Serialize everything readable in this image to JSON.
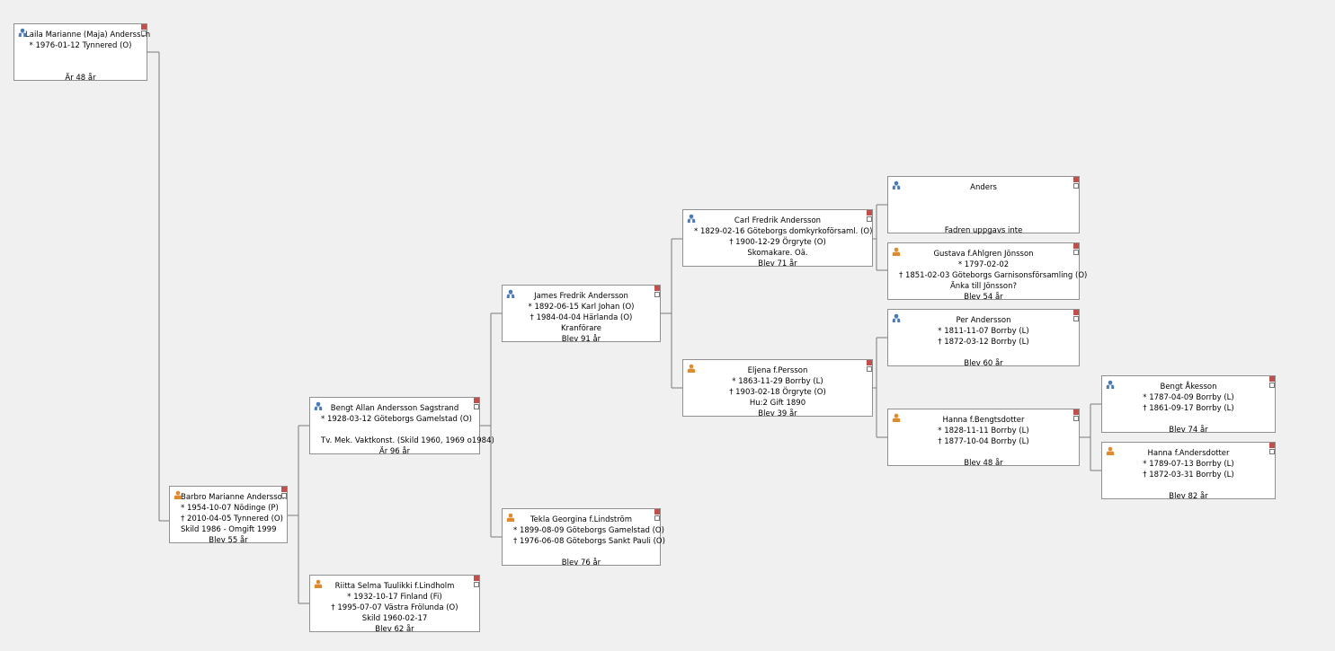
{
  "persons": {
    "laila": {
      "gender": "male",
      "lines": [
        "Laila Marianne (Maja) Andersson",
        "* 1976-01-12 Tynnered (O)"
      ],
      "age": "Är 48 år"
    },
    "barbro": {
      "gender": "female",
      "lines": [
        "Barbro Marianne Andersson",
        "* 1954-10-07 Nödinge (P)",
        "† 2010-04-05 Tynnered (O)",
        "Skild 1986 - Omgift 1999",
        "Blev 55 år"
      ]
    },
    "bengt": {
      "gender": "male",
      "lines": [
        "Bengt Allan Andersson Sagstrand",
        "* 1928-03-12 Göteborgs Gamelstad (O)"
      ],
      "note": "Tv. Mek. Vaktkonst. (Skild 1960, 1969 o1984)",
      "age": "Är 96 år"
    },
    "riitta": {
      "gender": "female",
      "lines": [
        "Riitta Selma Tuulikki f.Lindholm",
        "* 1932-10-17 Finland (Fi)",
        "† 1995-07-07 Västra Frölunda (O)",
        "Skild 1960-02-17",
        "Blev 62 år"
      ]
    },
    "james": {
      "gender": "male",
      "lines": [
        "James Fredrik Andersson",
        "* 1892-06-15 Karl Johan (O)",
        "† 1984-04-04 Härlanda (O)",
        "Kranförare",
        "Blev 91 år"
      ]
    },
    "tekla": {
      "gender": "female",
      "lines": [
        "Tekla Georgina f.Lindström",
        "* 1899-08-09 Göteborgs Gamelstad (O)",
        "† 1976-06-08 Göteborgs Sankt Pauli (O)"
      ],
      "age": "Blev 76 år"
    },
    "carl": {
      "gender": "male",
      "lines": [
        "Carl Fredrik Andersson",
        "* 1829-02-16 Göteborgs domkyrkoförsaml. (O)",
        "† 1900-12-29 Örgryte (O)",
        "Skomakare. Oä.",
        "Blev 71 år"
      ]
    },
    "eljena": {
      "gender": "female",
      "lines": [
        "Eljena f.Persson",
        "* 1863-11-29 Borrby (L)",
        "† 1903-02-18 Örgryte (O)",
        "Hu:2 Gift 1890",
        "Blev 39 år"
      ]
    },
    "anders": {
      "gender": "male",
      "lines": [
        "Anders"
      ],
      "age": "Fadren uppgavs inte"
    },
    "gustava": {
      "gender": "female",
      "lines": [
        "Gustava f.Ahlgren Jönsson",
        "* 1797-02-02",
        "† 1851-02-03 Göteborgs Garnisonsförsamling (O)",
        "Änka till Jönsson?",
        "Blev 54 år"
      ]
    },
    "per": {
      "gender": "male",
      "lines": [
        "Per Andersson",
        "* 1811-11-07 Borrby (L)",
        "† 1872-03-12 Borrby (L)"
      ],
      "age": "Blev 60 år"
    },
    "hanna": {
      "gender": "female",
      "lines": [
        "Hanna f.Bengtsdotter",
        "* 1828-11-11 Borrby (L)",
        "† 1877-10-04 Borrby (L)"
      ],
      "age": "Blev 48 år"
    },
    "bengta": {
      "gender": "male",
      "lines": [
        "Bengt Åkesson",
        "* 1787-04-09 Borrby (L)",
        "† 1861-09-17 Borrby (L)"
      ],
      "age": "Blev 74 år"
    },
    "hannaa": {
      "gender": "female",
      "lines": [
        "Hanna f.Andersdotter",
        "* 1789-07-13 Borrby (L)",
        "† 1872-03-31 Borrby (L)"
      ],
      "age": "Blev 82 år"
    }
  },
  "colors": {
    "male_icon": "#4a7ab5",
    "female_icon": "#e08a2e",
    "marker": "#c0504d",
    "line": "#7a7a7a",
    "background": "#f0f0f0"
  }
}
